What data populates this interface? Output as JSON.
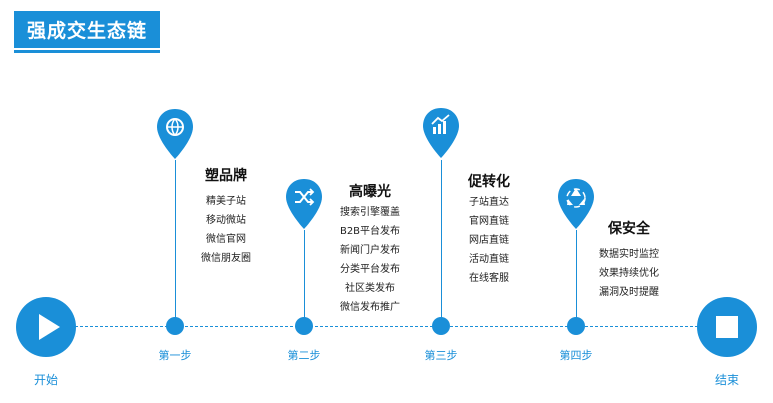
{
  "title": "强成交生态链",
  "start_label": "开始",
  "end_label": "结束",
  "steps": [
    {
      "label": "第一步",
      "icon": "globe-icon",
      "title": "塑品牌",
      "items": [
        "精美子站",
        "移动微站",
        "微信官网",
        "微信朋友圈"
      ]
    },
    {
      "label": "第二步",
      "icon": "shuffle-icon",
      "title": "高曝光",
      "items": [
        "搜索引擎覆盖",
        "B2B平台发布",
        "新闻门户发布",
        "分类平台发布",
        "社区类发布",
        "微信发布推广"
      ]
    },
    {
      "label": "第三步",
      "icon": "trend-chart-icon",
      "title": "促转化",
      "items": [
        "子站直达",
        "官网直链",
        "网店直链",
        "活动直链",
        "在线客服"
      ]
    },
    {
      "label": "第四步",
      "icon": "recycle-icon",
      "title": "保安全",
      "items": [
        "数据实时监控",
        "效果持续优化",
        "漏洞及时提醒"
      ]
    }
  ],
  "colors": {
    "accent": "#1a8fd8",
    "text": "#222222"
  }
}
